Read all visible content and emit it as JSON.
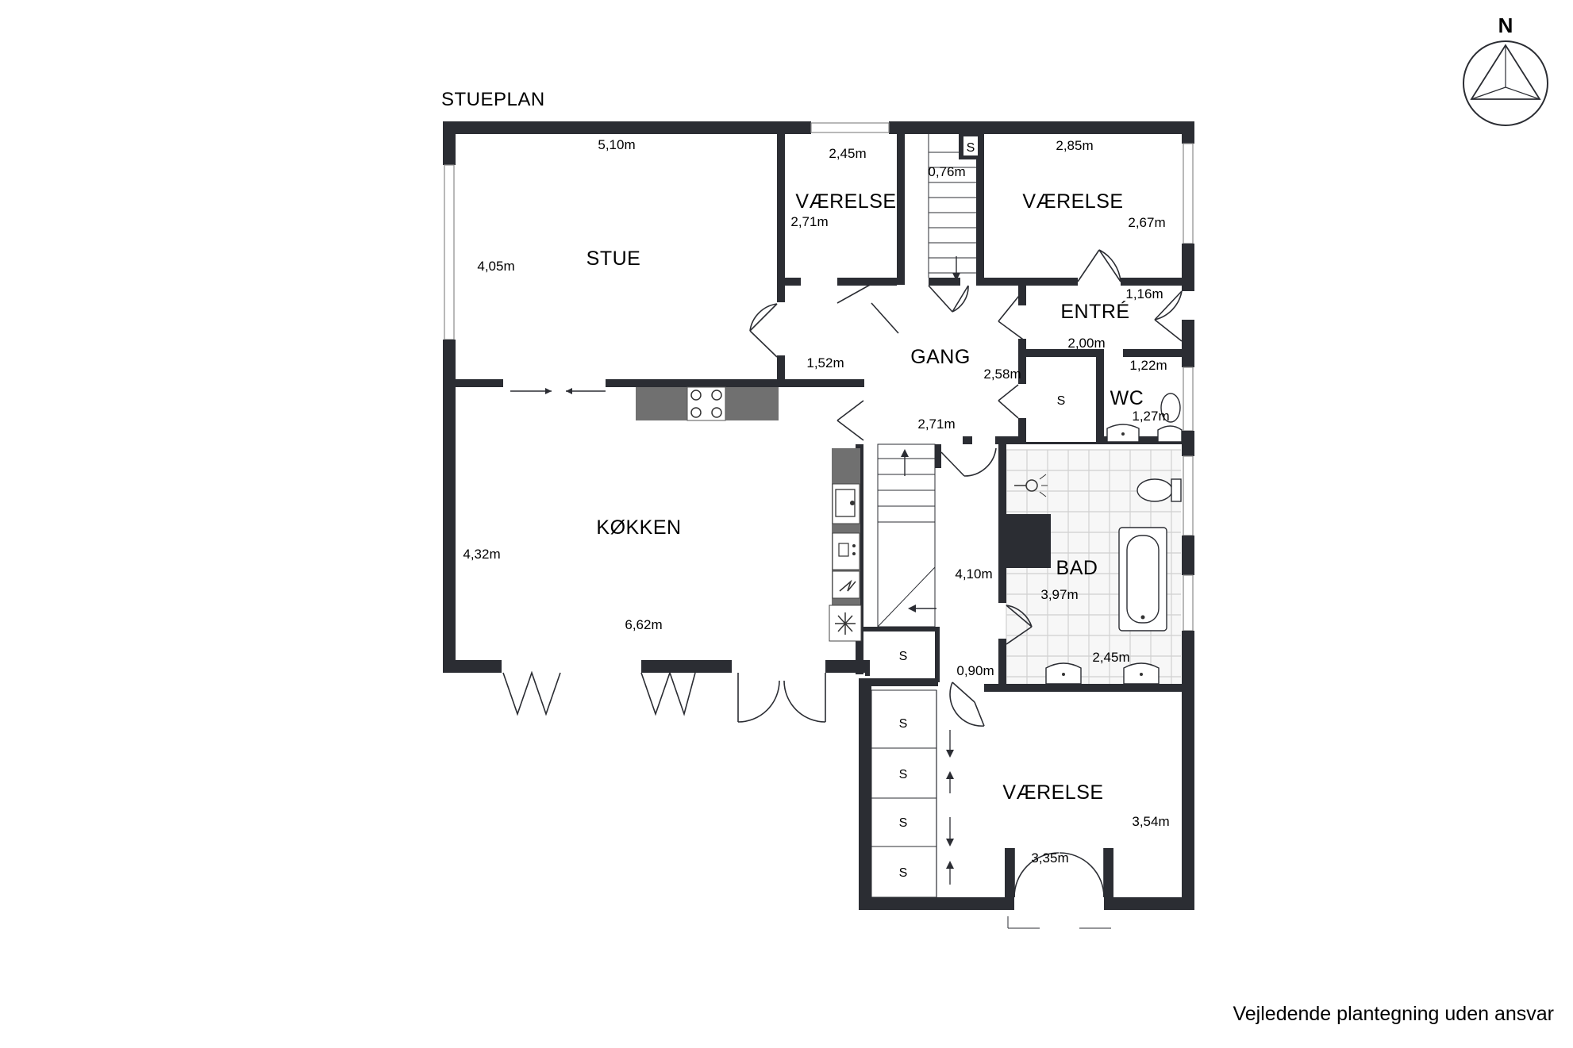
{
  "plan_title": "STUEPLAN",
  "compass": {
    "label": "N"
  },
  "footer": "Vejledende plantegning uden ansvar",
  "rooms": {
    "stue": {
      "name": "STUE",
      "width": "5,10m",
      "depth": "4,05m"
    },
    "vaerelse1": {
      "name": "VÆRELSE",
      "width": "2,45m",
      "depth": "2,71m"
    },
    "vaerelse2": {
      "name": "VÆRELSE",
      "width": "2,85m",
      "depth": "2,67m"
    },
    "entre": {
      "name": "ENTRÉ",
      "width": "2,00m",
      "depth": "1,16m"
    },
    "gang": {
      "name": "GANG",
      "width": "2,71m",
      "depth": "2,58m",
      "depth2": "1,52m"
    },
    "wc": {
      "name": "WC",
      "width": "1,22m",
      "depth": "1,27m"
    },
    "kokken": {
      "name": "KØKKEN",
      "width": "6,62m",
      "depth": "4,32m"
    },
    "bad": {
      "name": "BAD",
      "width": "2,45m",
      "depth": "3,97m"
    },
    "vaerelse3": {
      "name": "VÆRELSE",
      "width": "3,35m",
      "depth": "3,54m"
    },
    "stairs": {
      "width": "0,76m"
    },
    "hall2": {
      "depth": "4,10m",
      "width": "0,90m"
    }
  },
  "storage_label": "S",
  "icons": [
    "compass-icon",
    "stove-icon",
    "sink-icon",
    "dishwasher-icon",
    "oven-icon",
    "fridge-icon",
    "toilet-icon",
    "bathtub-icon",
    "shower-icon",
    "washbasin-icon",
    "stairs-arrow-icon",
    "sliding-door-arrow-icon"
  ]
}
